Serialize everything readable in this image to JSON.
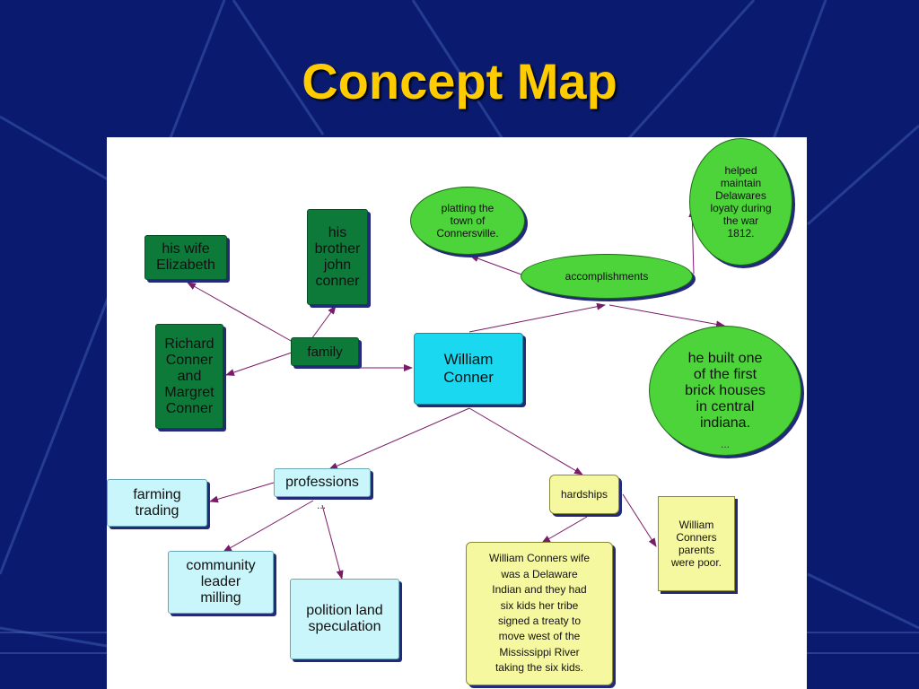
{
  "slide": {
    "title": "Concept Map"
  },
  "map": {
    "nodes": {
      "wife": "his wife\nElizabeth",
      "brother": "his\nbrother\njohn\nconner",
      "parents_names": "Richard\nConner\nand\nMargret\nConner",
      "family": "family",
      "william": "William\nConner",
      "platting": "platting the\ntown of\nConnersville.",
      "accomplishments": "accomplishments",
      "delawares": "helped\nmaintain\nDelawares\nloyaty during\nthe war\n1812.",
      "brick": "he built one\nof the first\nbrick houses\nin central\nindiana.",
      "professions": "professions",
      "farming": "farming\ntrading",
      "community": "community\nleader\nmilling",
      "polition": "polition land\nspeculation",
      "hardships": "hardships",
      "poor": "William\nConners\nparents\nwere poor.",
      "wife_story": "William Conners wife\nwas a Delaware\nIndian and they had\nsix kids her tribe\nsigned a treaty to\nmove west of the\nMississippi River\ntaking the six kids."
    },
    "more_marker": "...",
    "colors": {
      "background": "#0a1a6e",
      "title": "#ffcc00",
      "link": "#7a1a6a"
    }
  }
}
